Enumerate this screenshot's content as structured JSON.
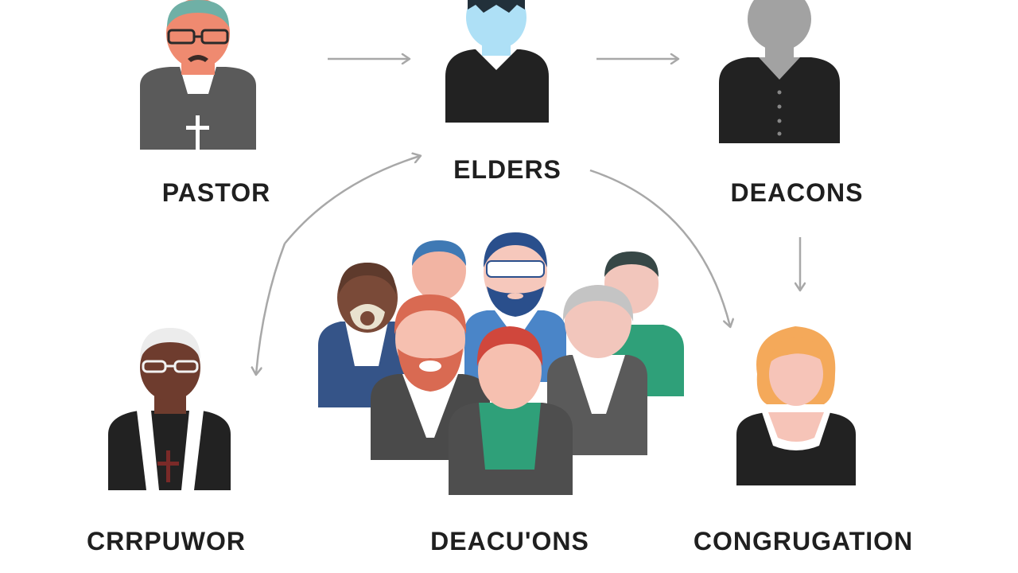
{
  "labels": {
    "pastor": "PASTOR",
    "elders": "ELDERS",
    "deacons_top": "DEACONS",
    "crrpuwor": "CRRPUWOR",
    "deacuions": "DEACU'ONS",
    "congregation": "CONGRUGATION"
  },
  "colors": {
    "background": "#ffffff",
    "arrow": "#a8a8a8",
    "label": "#1f1f1f",
    "shirt_dark": "#222222",
    "shirt_gray": "#5a5a5a",
    "skin_light": "#f6c4b8",
    "skin_salmon": "#ee8c74",
    "skin_blue": "#aee0f6",
    "skin_brown": "#6e3c2e",
    "shirt_blue": "#355488",
    "shirt_green": "#2fa079",
    "hair_orange": "#f4a95a"
  },
  "icons": {
    "pastor": "pastor-person-icon",
    "elders": "elder-person-icon",
    "deacons_top": "deacon-person-icon",
    "crrpuwor": "clergy-person-icon",
    "group": "group-of-people-icon",
    "congregation": "woman-person-icon"
  }
}
